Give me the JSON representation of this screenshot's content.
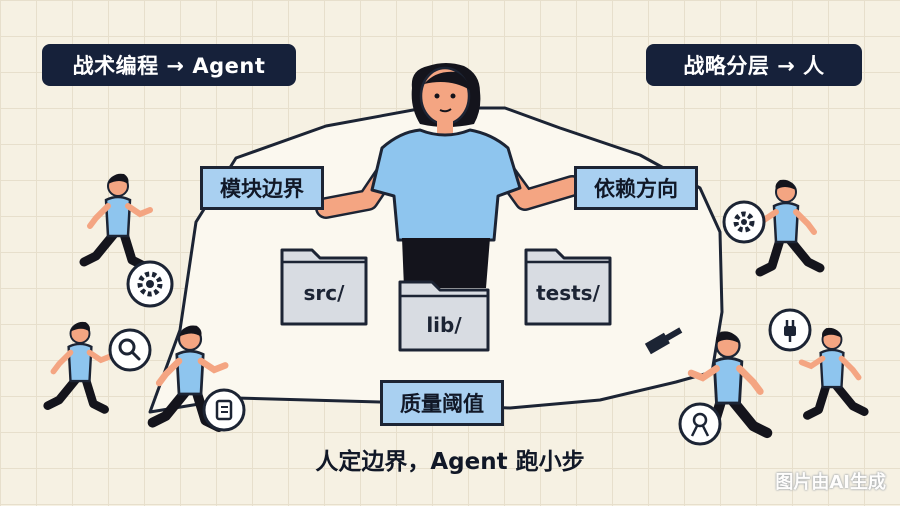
{
  "header": {
    "left_pill": "战术编程 → Agent",
    "right_pill": "战略分层 → 人"
  },
  "diagram": {
    "labels": {
      "module_boundary": "模块边界",
      "dependency_direction": "依赖方向",
      "quality_threshold": "质量阈值"
    },
    "folders": {
      "src": "src/",
      "lib": "lib/",
      "tests": "tests/"
    }
  },
  "caption": "人定边界，Agent 跑小步",
  "watermark": "图片由AI生成",
  "colors": {
    "background": "#f6f1e3",
    "pill": "#16213a",
    "shirt": "#8ec5ee",
    "label_fill": "#a9d0f1",
    "folder": "#d8dce2",
    "outline": "#1c2434",
    "skin": "#f4a582"
  },
  "icons": [
    "gear-icon",
    "magnifier-icon",
    "document-icon",
    "hammer-icon",
    "plug-icon",
    "pin-icon"
  ]
}
